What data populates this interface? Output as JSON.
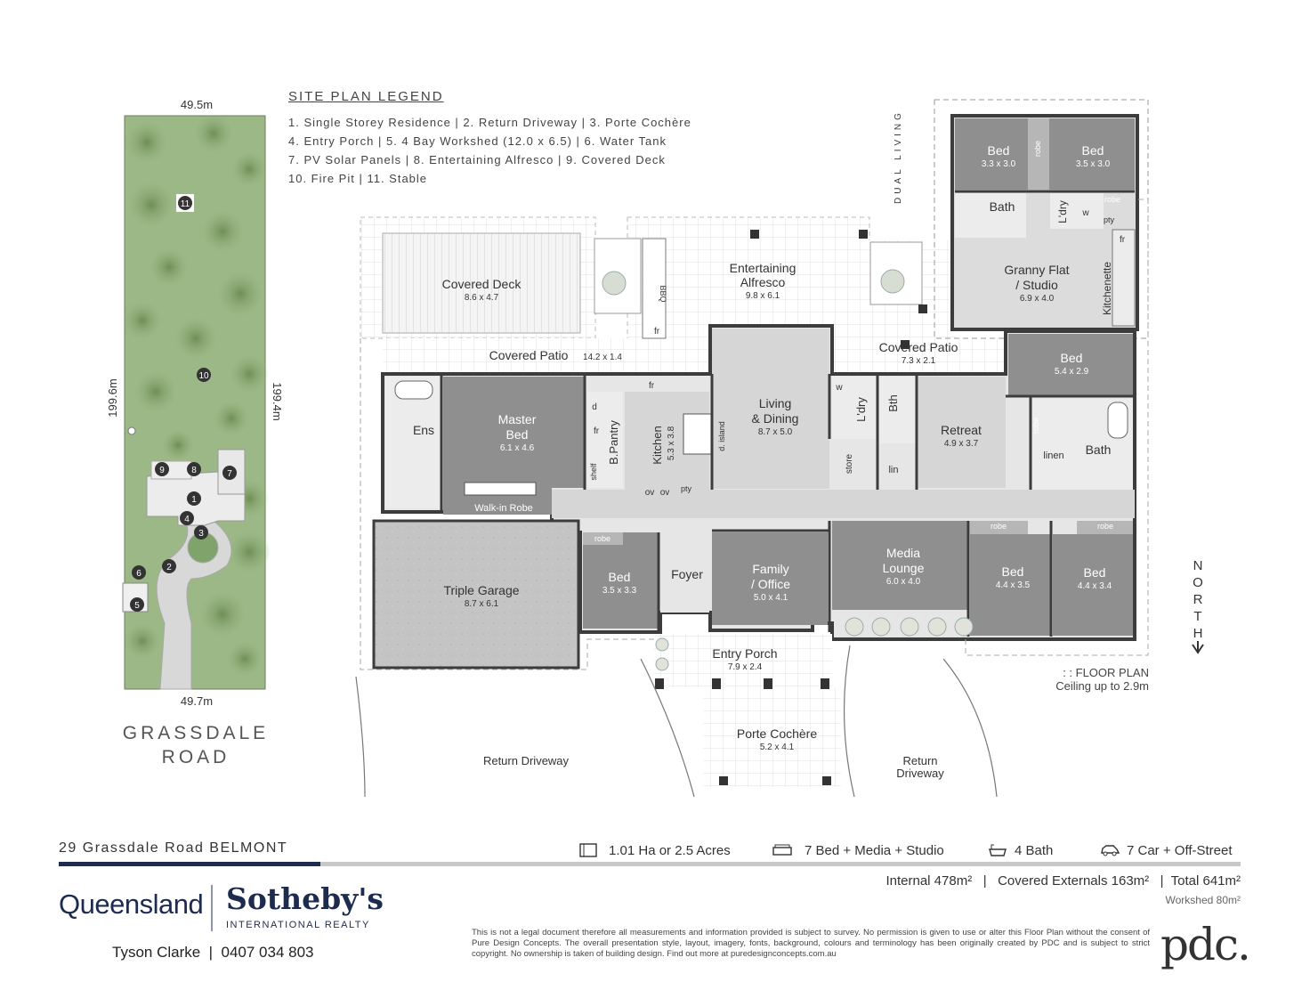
{
  "legend": {
    "title": "SITE PLAN LEGEND",
    "lines": [
      "1. Single Storey Residence   |  2. Return Driveway  |  3. Porte Cochère",
      "4. Entry Porch  |  5.  4 Bay Workshed (12.0 x 6.5)  |  6. Water Tank",
      "7. PV Solar Panels  |  8. Entertaining Alfresco  |  9. Covered Deck",
      "10. Fire Pit  |  11. Stable"
    ]
  },
  "site": {
    "top_dim": "49.5m",
    "bottom_dim": "49.7m",
    "left_dim": "199.6m",
    "right_dim": "199.4m",
    "markers": [
      "1",
      "2",
      "3",
      "4",
      "5",
      "6",
      "7",
      "8",
      "9",
      "10",
      "11"
    ],
    "road_line1": "GRASSDALE",
    "road_line2": "ROAD"
  },
  "rooms": {
    "bed_a": {
      "name": "Bed",
      "dim": "3.3 x 3.0"
    },
    "bed_b": {
      "name": "Bed",
      "dim": "3.5 x 3.0"
    },
    "granny_flat": {
      "name1": "Granny Flat",
      "name2": "/ Studio",
      "dim": "6.9 x 4.0"
    },
    "granny_bath": "Bath",
    "granny_ldry": "L'dry",
    "granny_kitchenette": "Kitchenette",
    "dual_living": "DUAL LIVING",
    "covered_deck": {
      "name": "Covered Deck",
      "dim": "8.6 x 4.7"
    },
    "alfresco": {
      "name1": "Entertaining",
      "name2": "Alfresco",
      "dim": "9.8 x 6.1"
    },
    "bbq": "BBQ",
    "patio_west": {
      "name": "Covered Patio",
      "dim": "14.2 x 1.4"
    },
    "patio_east": {
      "name": "Covered Patio",
      "dim": "7.3 x 2.1"
    },
    "ens": "Ens",
    "master": {
      "name1": "Master",
      "name2": "Bed",
      "dim": "6.1 x 4.6"
    },
    "walkin": "Walk-in Robe",
    "bpantry": "B.Pantry",
    "shelf": "shelf",
    "kitchen": {
      "name": "Kitchen",
      "dim": "5.3 x 3.8"
    },
    "island": "d. island",
    "living": {
      "name1": "Living",
      "name2": "& Dining",
      "dim": "8.7 x 5.0"
    },
    "ldry": "L'dry",
    "bth": "Bth",
    "store": "store",
    "lin": "lin",
    "retreat": {
      "name": "Retreat",
      "dim": "4.9 x 3.7"
    },
    "bed_e": {
      "name": "Bed",
      "dim": "5.4 x 2.9"
    },
    "linen": "linen",
    "bath_e": "Bath",
    "garage": {
      "name": "Triple Garage",
      "dim": "8.7 x 6.1"
    },
    "bed_c": {
      "name": "Bed",
      "dim": "3.5 x 3.3"
    },
    "foyer": "Foyer",
    "family": {
      "name1": "Family",
      "name2": "/ Office",
      "dim": "5.0 x 4.1"
    },
    "media": {
      "name1": "Media",
      "name2": "Lounge",
      "dim": "6.0 x 4.0"
    },
    "bed_f": {
      "name": "Bed",
      "dim": "4.4 x 3.5"
    },
    "bed_g": {
      "name": "Bed",
      "dim": "4.4 x 3.4"
    },
    "robe": "robe",
    "entry_porch": {
      "name": "Entry Porch",
      "dim": "7.9 x 2.4"
    },
    "porte": {
      "name": "Porte Cochère",
      "dim": "5.2 x 4.1"
    },
    "return_drive_w": "Return Driveway",
    "return_drive_e1": "Return",
    "return_drive_e2": "Driveway",
    "fridge": "fr",
    "oven": "ov",
    "pty": "pty",
    "washer": "w",
    "dryer": "d"
  },
  "north": "NORTH",
  "floor_plan_note": ": : FLOOR PLAN",
  "ceiling_note": "Ceiling up to 2.9m",
  "footer": {
    "address": "29 Grassdale Road BELMONT",
    "land": "1.01 Ha or 2.5 Acres",
    "beds": "7 Bed + Media + Studio",
    "baths": "4 Bath",
    "cars": "7 Car + Off-Street",
    "areas": "Internal 478m²   |   Covered Externals 163m²   |  Total 641m²",
    "workshed": "Workshed 80m²",
    "brand1": "Queensland",
    "brand2": "Sotheby's",
    "brand3": "INTERNATIONAL REALTY",
    "agent": "Tyson Clarke  |  0407 034 803",
    "disclaimer": "This is not a legal document therefore all measurements and information provided is subject to survey. No permission is given to use or alter this Floor Plan without the consent of Pure Design Concepts. The overall presentation style, layout, imagery, fonts, background, colours and terminology has been originally created by PDC and is subject to strict copyright. No ownership is taken of building design. Find out more at puredesignconcepts.com.au",
    "pdc": "pdc."
  },
  "colors": {
    "room_dark": "#8f8f8f",
    "room_mid": "#c9c9c9",
    "room_light": "#dcdcdc",
    "grass": "#8fae78",
    "wall": "#3c3c3c",
    "navy": "#1d2b4f"
  }
}
